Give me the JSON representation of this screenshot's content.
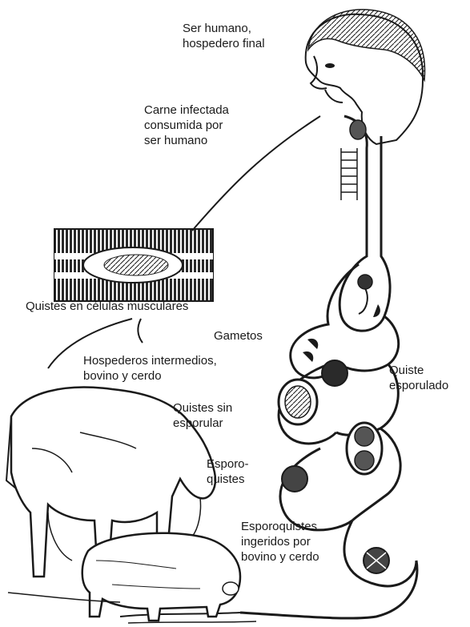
{
  "labels": {
    "human": [
      "Ser humano,",
      "hospedero final"
    ],
    "meat": [
      "Carne infectada",
      "consumida por",
      "ser humano"
    ],
    "muscle": "Quistes en células musculares",
    "gametes": "Gametos",
    "intermediate": [
      "Hospederos intermedios,",
      "bovino y cerdo"
    ],
    "sporulated": [
      "Quiste",
      "esporulado"
    ],
    "unsporulated": [
      "Quistes sin",
      "esporular"
    ],
    "sporocysts": [
      "Esporo-",
      "quistes"
    ],
    "ingested": [
      "Esporoquistes",
      "ingeridos por",
      "bovino y cerdo"
    ]
  },
  "colors": {
    "ink": "#1a1a1a",
    "background": "#ffffff",
    "shade": "#444444"
  }
}
